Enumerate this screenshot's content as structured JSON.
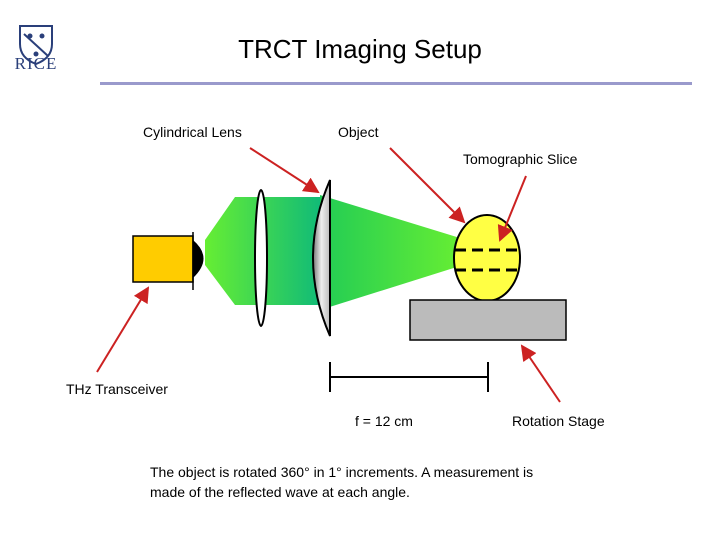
{
  "header": {
    "logo_text": "RICE",
    "title": "TRCT Imaging Setup"
  },
  "labels": {
    "cylindrical_lens": "Cylindrical Lens",
    "object": "Object",
    "tomographic_slice": "Tomographic Slice",
    "thz_transceiver": "THz Transceiver",
    "focal_length": "f = 12 cm",
    "rotation_stage": "Rotation Stage"
  },
  "caption": {
    "line1": "The object is rotated 360° in 1° increments.  A measurement is",
    "line2": "made of the reflected wave at each angle."
  },
  "colors": {
    "beam_light": "#66ee33",
    "beam_dark": "#11bb77",
    "transceiver": "#ffcc00",
    "object_fill": "#ffff44",
    "stage": "#bbbbbb",
    "arrow": "#cc2222",
    "title_rule": "#9a9acc"
  }
}
